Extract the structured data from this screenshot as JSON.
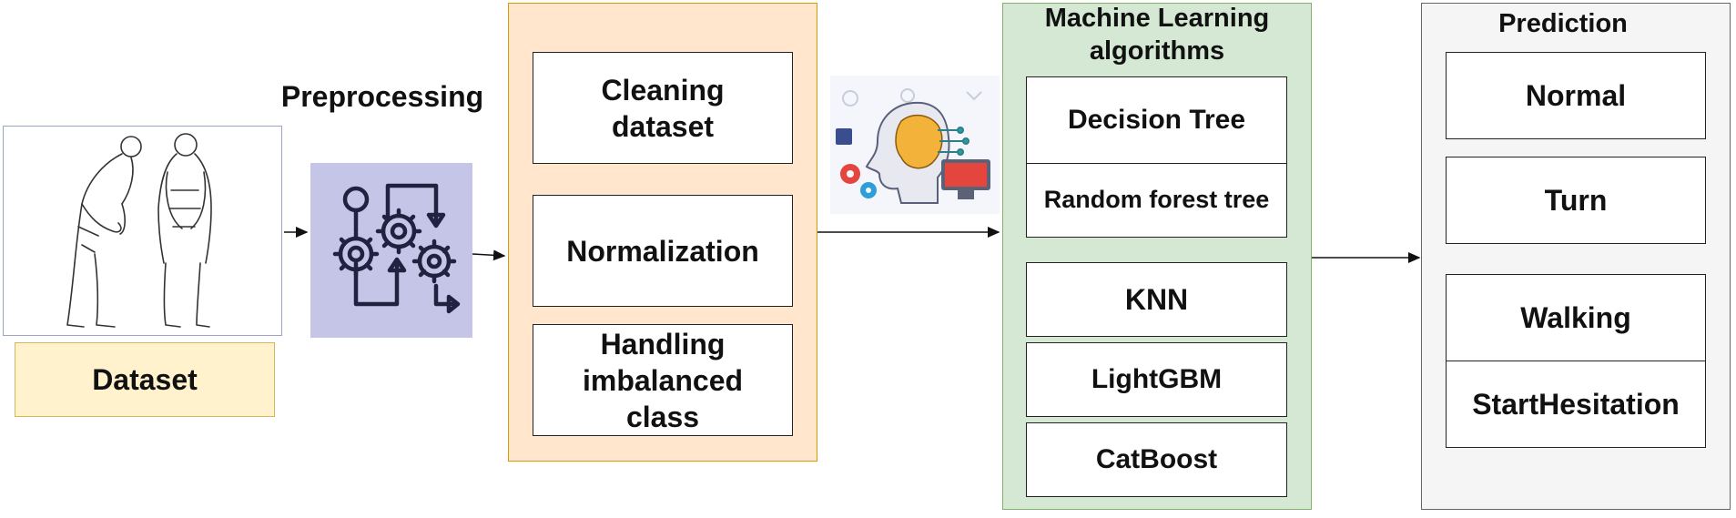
{
  "dataset": {
    "label": "Dataset"
  },
  "preprocessing": {
    "title": "Preprocessing",
    "icon": "gears-workflow-icon",
    "steps": [
      "Cleaning\ndataset",
      "Normalization",
      "Handling\nimbalanced\nclass"
    ]
  },
  "ml": {
    "title": "Machine Learning\nalgorithms",
    "icon": "ai-brain-icon",
    "algorithms": [
      "Decision Tree",
      "Random forest tree",
      "KNN",
      "LightGBM",
      "CatBoost"
    ]
  },
  "prediction": {
    "title": "Prediction",
    "classes": [
      "Normal",
      "Turn",
      "Walking",
      "StartHesitation"
    ]
  },
  "colors": {
    "dataset_fill": "#fff2cc",
    "dataset_border": "#d6b656",
    "preproc_icon_bg": "#c5c5e8",
    "preproc_icon_fg": "#1f2340",
    "preproc_fill": "#ffe6cc",
    "preproc_border": "#d79b00",
    "ml_fill": "#d5e8d4",
    "ml_border": "#82b366",
    "pred_fill": "#f5f5f5",
    "pred_border": "#666666"
  }
}
